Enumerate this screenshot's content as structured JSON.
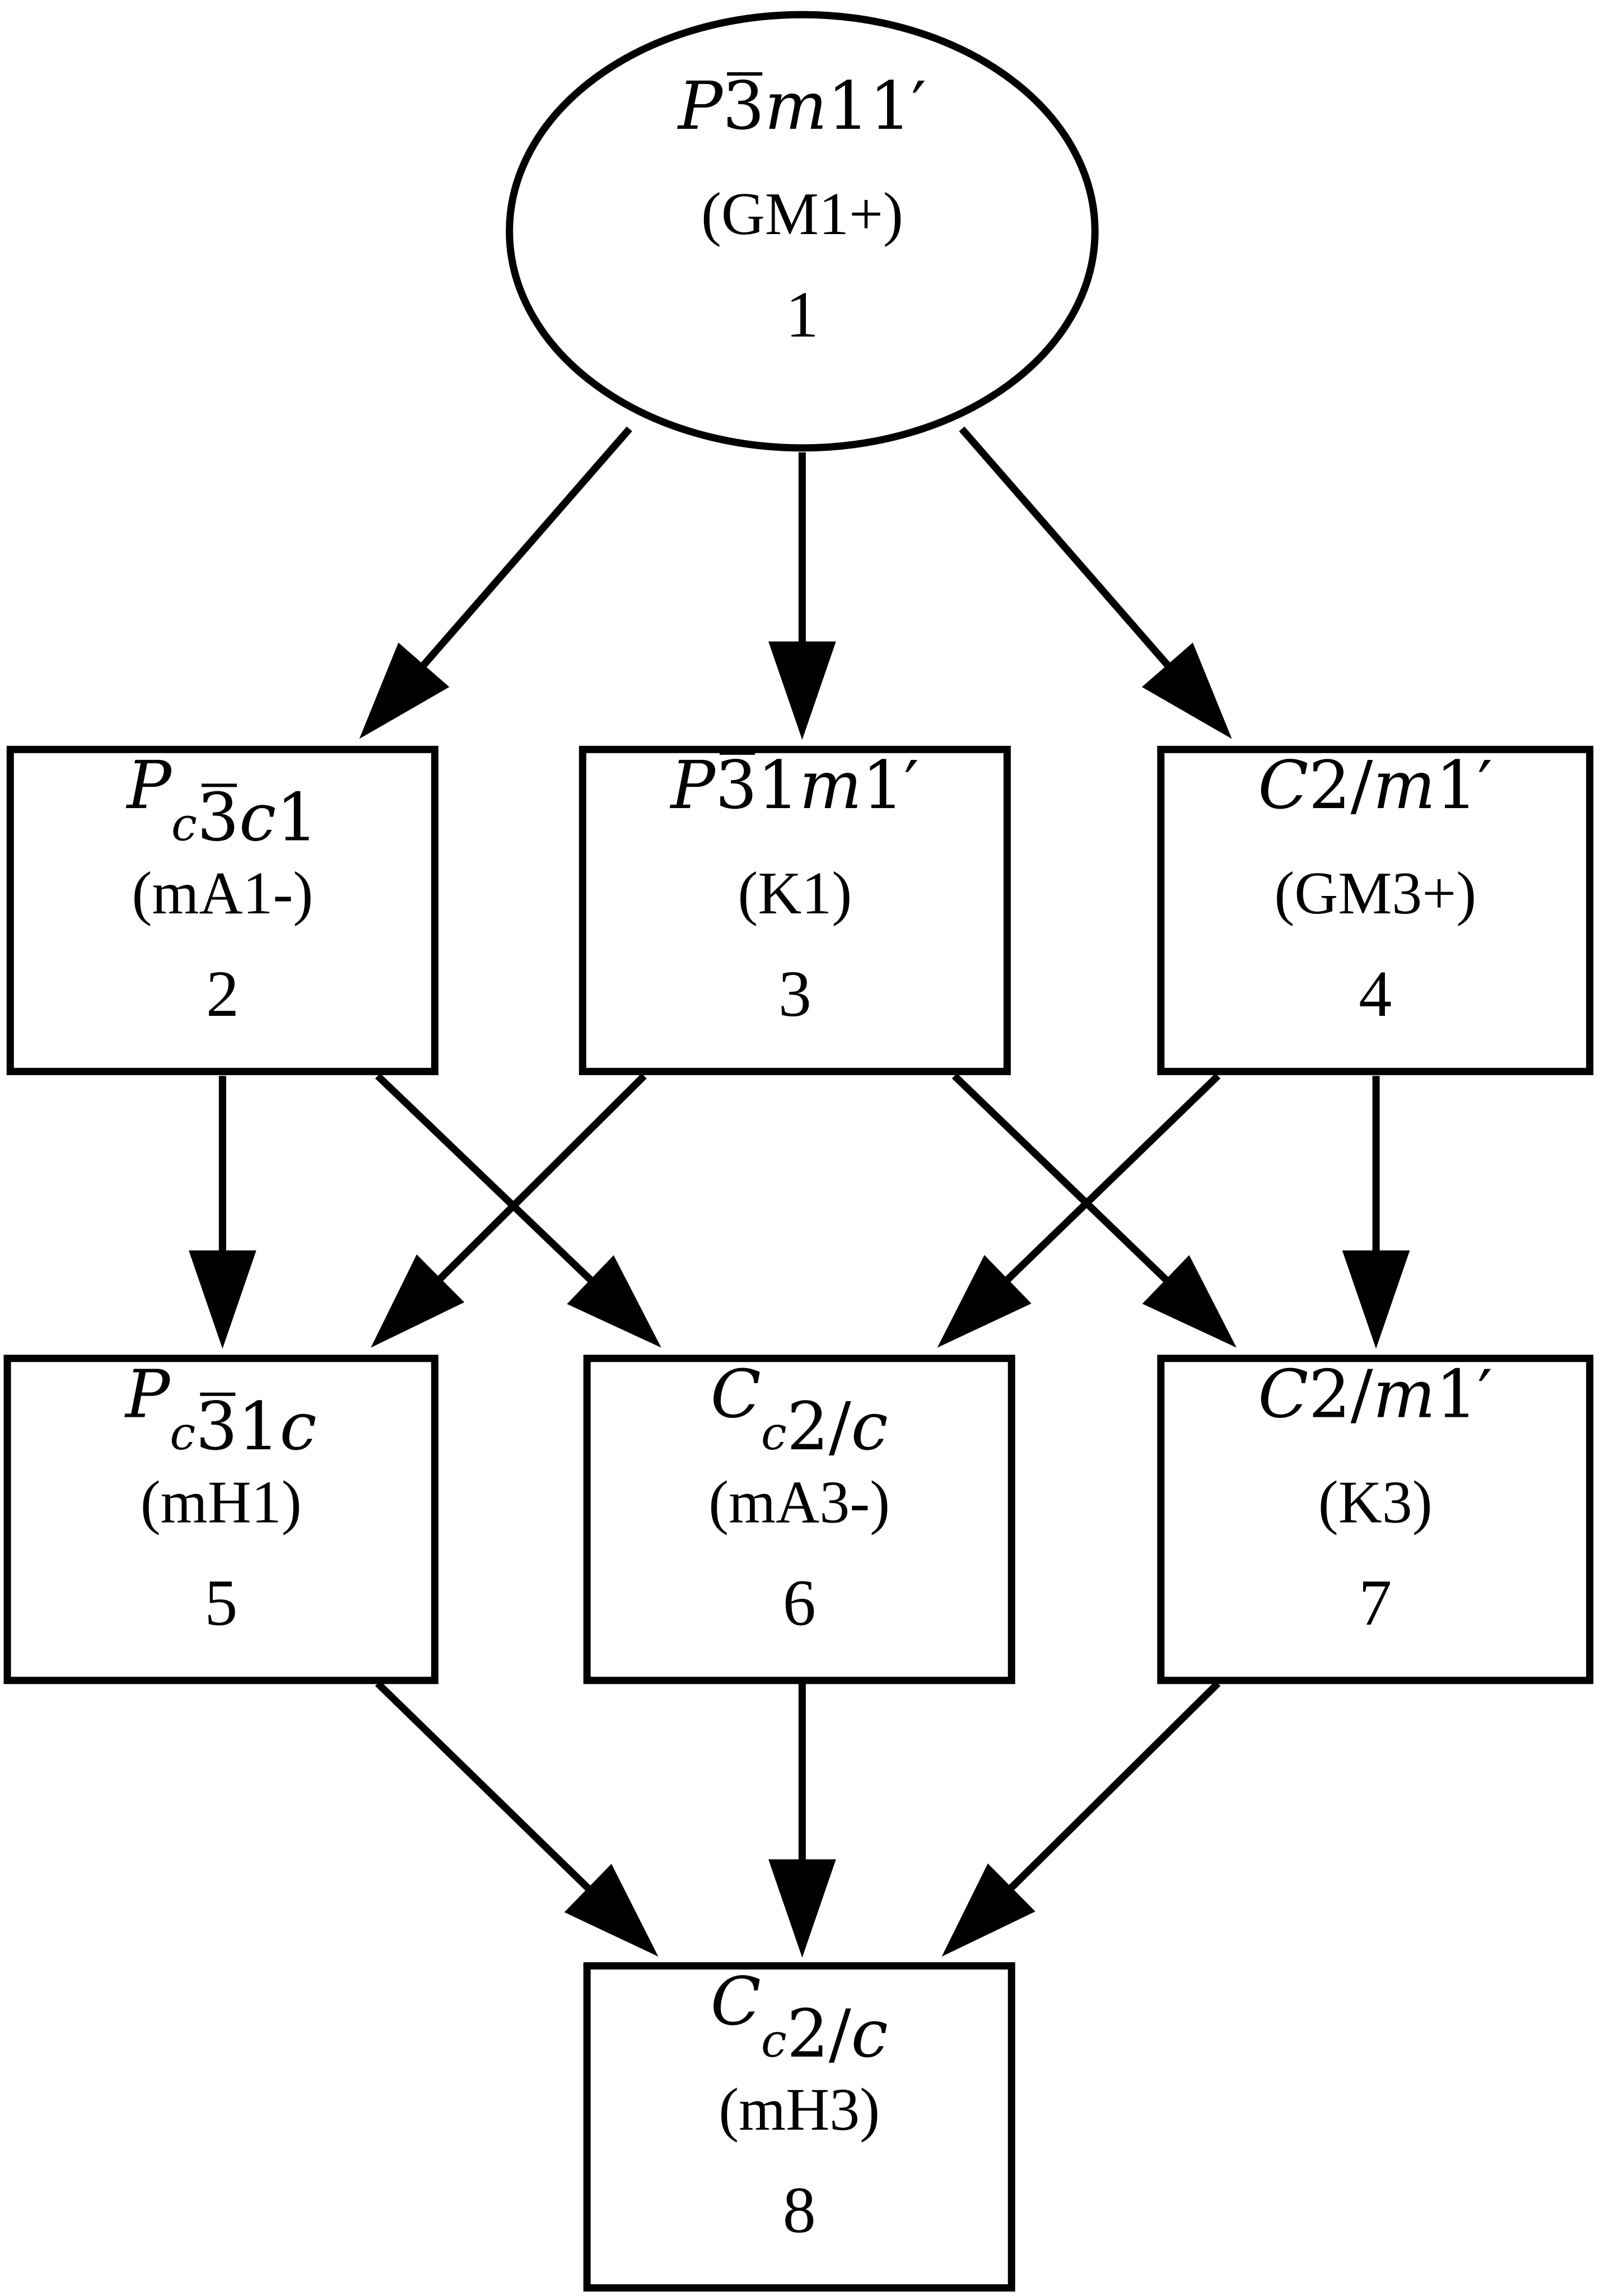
{
  "nodes": [
    {
      "id": 1,
      "shape": "ellipse",
      "symbol": [
        {
          "t": "P",
          "it": true
        },
        {
          "t": "3",
          "bar": true
        },
        {
          "t": "m",
          "it": true
        },
        {
          "t": "11′"
        }
      ],
      "irrep": "(GM1+)",
      "index": "1"
    },
    {
      "id": 2,
      "shape": "box",
      "symbol": [
        {
          "t": "P",
          "it": true
        },
        {
          "t": "c",
          "it": true,
          "sub": true
        },
        {
          "t": "3",
          "bar": true
        },
        {
          "t": "c",
          "it": true
        },
        {
          "t": "1"
        }
      ],
      "irrep": "(mA1-)",
      "index": "2"
    },
    {
      "id": 3,
      "shape": "box",
      "symbol": [
        {
          "t": "P",
          "it": true
        },
        {
          "t": "3",
          "bar": true
        },
        {
          "t": "1"
        },
        {
          "t": "m",
          "it": true
        },
        {
          "t": "1′"
        }
      ],
      "irrep": "(K1)",
      "index": "3"
    },
    {
      "id": 4,
      "shape": "box",
      "symbol": [
        {
          "t": "C",
          "it": true
        },
        {
          "t": "2/"
        },
        {
          "t": "m",
          "it": true
        },
        {
          "t": "1′"
        }
      ],
      "irrep": "(GM3+)",
      "index": "4"
    },
    {
      "id": 5,
      "shape": "box",
      "symbol": [
        {
          "t": "P",
          "it": true
        },
        {
          "t": "c",
          "it": true,
          "sub": true
        },
        {
          "t": "3",
          "bar": true
        },
        {
          "t": "1"
        },
        {
          "t": "c",
          "it": true
        }
      ],
      "irrep": "(mH1)",
      "index": "5"
    },
    {
      "id": 6,
      "shape": "box",
      "symbol": [
        {
          "t": "C",
          "it": true
        },
        {
          "t": "c",
          "it": true,
          "sub": true
        },
        {
          "t": "2/"
        },
        {
          "t": "c",
          "it": true
        }
      ],
      "irrep": "(mA3-)",
      "index": "6"
    },
    {
      "id": 7,
      "shape": "box",
      "symbol": [
        {
          "t": "C",
          "it": true
        },
        {
          "t": "2/"
        },
        {
          "t": "m",
          "it": true
        },
        {
          "t": "1′"
        }
      ],
      "irrep": "(K3)",
      "index": "7"
    },
    {
      "id": 8,
      "shape": "box",
      "symbol": [
        {
          "t": "C",
          "it": true
        },
        {
          "t": "c",
          "it": true,
          "sub": true
        },
        {
          "t": "2/"
        },
        {
          "t": "c",
          "it": true
        }
      ],
      "irrep": "(mH3)",
      "index": "8"
    }
  ],
  "edges": [
    {
      "from": 1,
      "to": 2
    },
    {
      "from": 1,
      "to": 3
    },
    {
      "from": 1,
      "to": 4
    },
    {
      "from": 2,
      "to": 5
    },
    {
      "from": 2,
      "to": 6
    },
    {
      "from": 3,
      "to": 5
    },
    {
      "from": 3,
      "to": 7
    },
    {
      "from": 4,
      "to": 6
    },
    {
      "from": 4,
      "to": 7
    },
    {
      "from": 5,
      "to": 8
    },
    {
      "from": 6,
      "to": 8
    },
    {
      "from": 7,
      "to": 8
    }
  ]
}
